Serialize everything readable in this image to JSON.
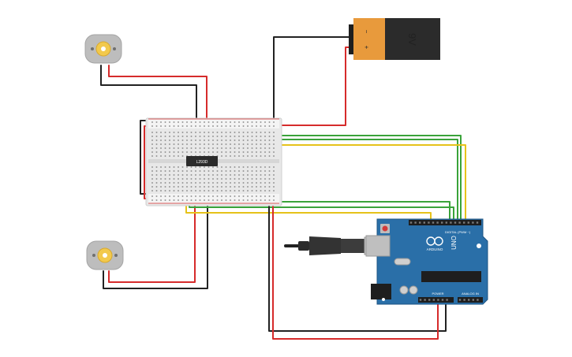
{
  "colors": {
    "red_wire": "#d62b2b",
    "black_wire": "#222222",
    "green_wire": "#3aa33a",
    "yellow_wire": "#e6c21a",
    "board_blue": "#2a6fa8",
    "breadboard": "#e8e8e8",
    "battery_orange": "#e89a3c",
    "battery_dark": "#2b2b2b",
    "motor_gray": "#bdbdbd",
    "motor_yellow": "#f2c94c"
  },
  "battery": {
    "label": "9V",
    "plus": "+",
    "minus": "−"
  },
  "chip": {
    "label": "L293D"
  },
  "arduino": {
    "model": "UNO",
    "brand": "ARDUINO",
    "digital_label": "DIGITAL (PWM ~)",
    "power_label": "POWER",
    "analog_label": "ANALOG IN"
  },
  "components": {
    "motor_top": {
      "icon": "dc-motor-icon"
    },
    "motor_bottom": {
      "icon": "dc-motor-icon"
    },
    "usb_cable": {
      "icon": "usb-cable-icon"
    }
  }
}
